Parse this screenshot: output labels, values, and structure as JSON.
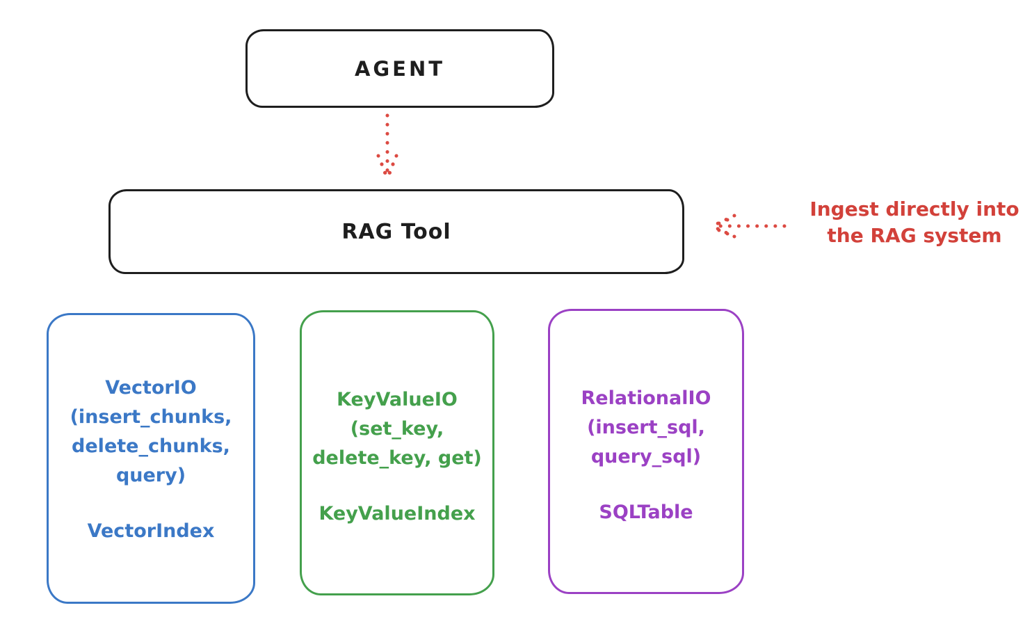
{
  "colors": {
    "stroke_black": "#1e1e1e",
    "annotation_red": "#d2413a",
    "vector_blue": "#3b78c6",
    "keyvalue_green": "#44a04c",
    "relational_purple": "#9b41c4",
    "background": "#ffffff"
  },
  "agent": {
    "label": "AGENT"
  },
  "rag_tool": {
    "label": "RAG Tool"
  },
  "ingest_note": {
    "line1": "Ingest directly into",
    "line2": "the RAG system"
  },
  "backends": [
    {
      "id": "vector-io",
      "color": "#3b78c6",
      "lines": [
        "VectorIO",
        "(insert_chunks,",
        "delete_chunks,",
        "query)"
      ],
      "index": "VectorIndex"
    },
    {
      "id": "keyvalue-io",
      "color": "#44a04c",
      "lines": [
        "KeyValueIO",
        "(set_key,",
        "delete_key, get)"
      ],
      "index": "KeyValueIndex"
    },
    {
      "id": "relational-io",
      "color": "#9b41c4",
      "lines": [
        "RelationalIO",
        "(insert_sql,",
        "query_sql)"
      ],
      "index": "SQLTable"
    }
  ]
}
